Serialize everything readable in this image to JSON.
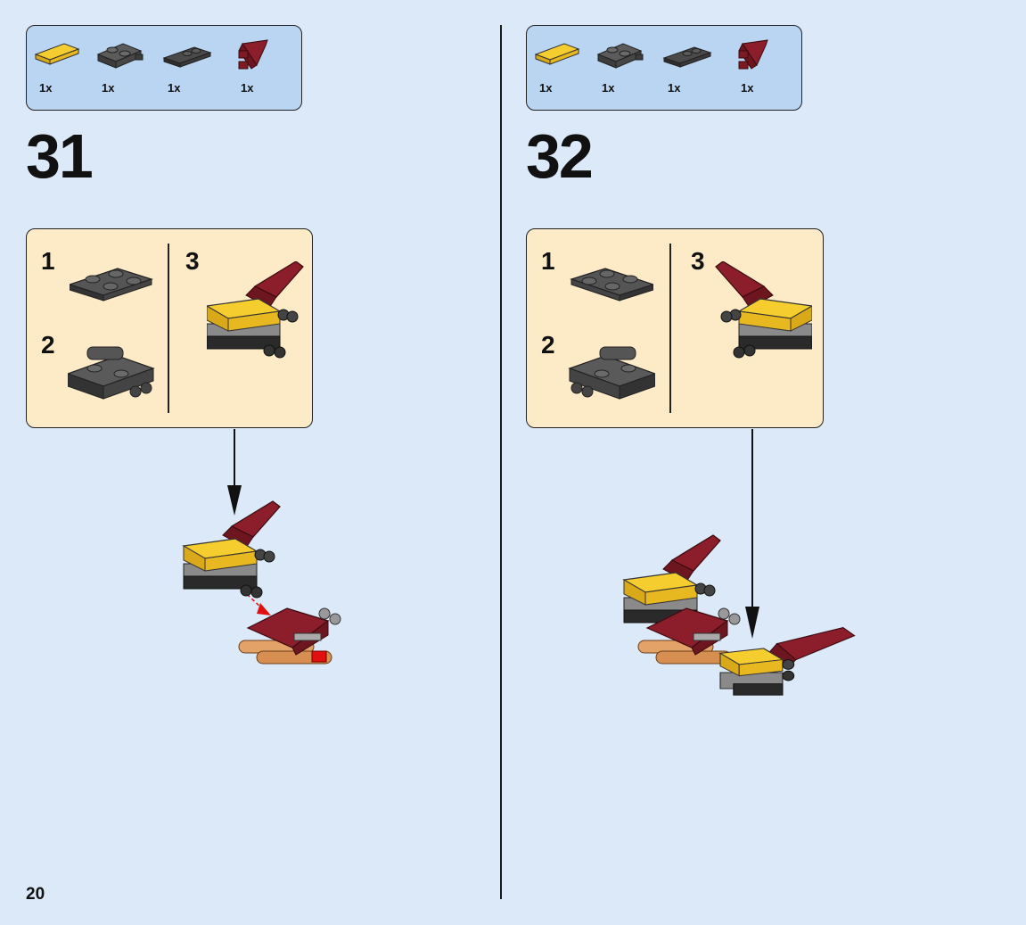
{
  "page_number": "20",
  "steps": [
    {
      "number": "31",
      "parts": [
        {
          "qty": "1x",
          "icon": "yellow-tile-icon",
          "color": "#f5cd2f"
        },
        {
          "qty": "1x",
          "icon": "clip-plate-icon",
          "color": "#4a4a4a"
        },
        {
          "qty": "1x",
          "icon": "bar-holder-plate-icon",
          "color": "#3a3a3a"
        },
        {
          "qty": "1x",
          "icon": "dark-red-fin-icon",
          "color": "#7d1a22"
        }
      ],
      "substeps": [
        "1",
        "2",
        "3"
      ]
    },
    {
      "number": "32",
      "parts": [
        {
          "qty": "1x",
          "icon": "yellow-tile-icon",
          "color": "#f5cd2f"
        },
        {
          "qty": "1x",
          "icon": "clip-plate-icon",
          "color": "#4a4a4a"
        },
        {
          "qty": "1x",
          "icon": "bar-holder-plate-icon",
          "color": "#3a3a3a"
        },
        {
          "qty": "1x",
          "icon": "dark-red-fin-icon",
          "color": "#7d1a22"
        }
      ],
      "substeps": [
        "1",
        "2",
        "3"
      ]
    }
  ]
}
